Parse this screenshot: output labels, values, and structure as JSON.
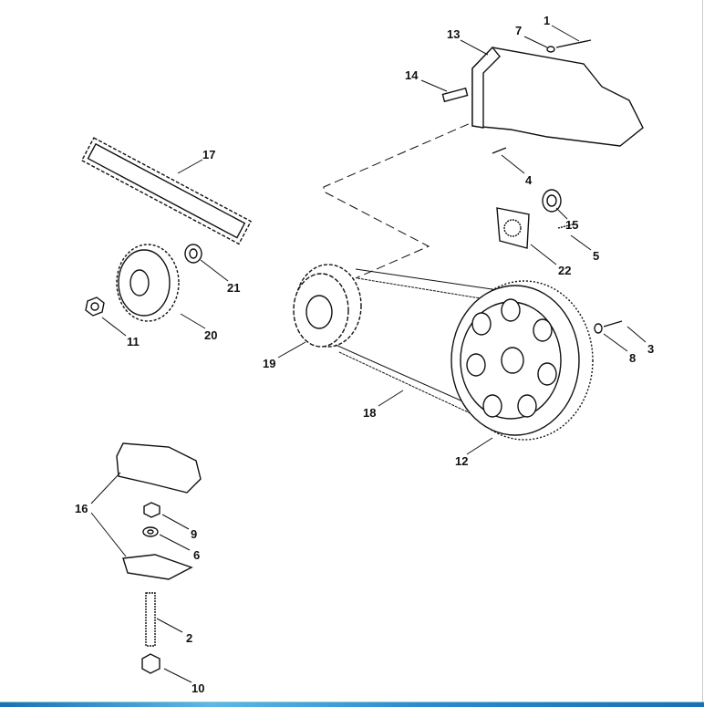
{
  "callouts": {
    "c1": "1",
    "c2": "2",
    "c3": "3",
    "c4": "4",
    "c5": "5",
    "c6": "6",
    "c7": "7",
    "c8": "8",
    "c9": "9",
    "c10": "10",
    "c11": "11",
    "c12": "12",
    "c13": "13",
    "c14": "14",
    "c15": "15",
    "c16": "16",
    "c17": "17",
    "c18": "18",
    "c19": "19",
    "c20": "20",
    "c21": "21",
    "c22": "22"
  },
  "colors": {
    "bar": "#1a6fb5"
  }
}
